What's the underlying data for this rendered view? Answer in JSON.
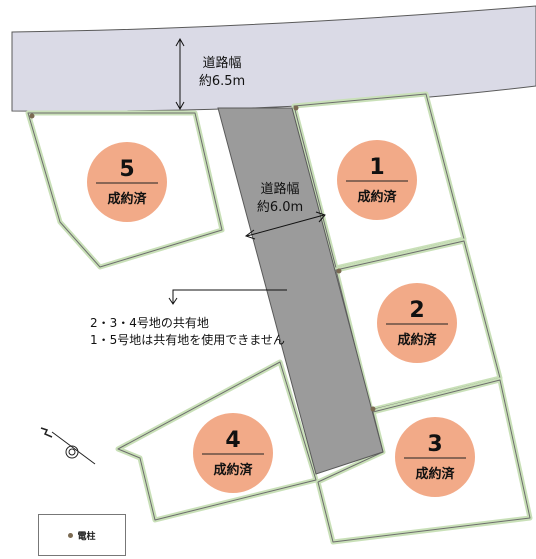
{
  "road_main": {
    "label": "道路幅",
    "width": "約6.5m"
  },
  "road_shared": {
    "label": "道路幅",
    "width": "約6.0m"
  },
  "notes": [
    "2・3・4号地の共有地",
    "1・5号地は共有地を使用できません"
  ],
  "lots": [
    {
      "number": "5",
      "status": "成約済"
    },
    {
      "number": "1",
      "status": "成約済"
    },
    {
      "number": "2",
      "status": "成約済"
    },
    {
      "number": "4",
      "status": "成約済"
    },
    {
      "number": "3",
      "status": "成約済"
    }
  ],
  "legend": {
    "label": "電柱"
  },
  "colors": {
    "sold": "#f2aa88",
    "lot_border": "#c9e0b8",
    "main_road": "#dadae6",
    "shared_road": "#9b9b9b"
  }
}
